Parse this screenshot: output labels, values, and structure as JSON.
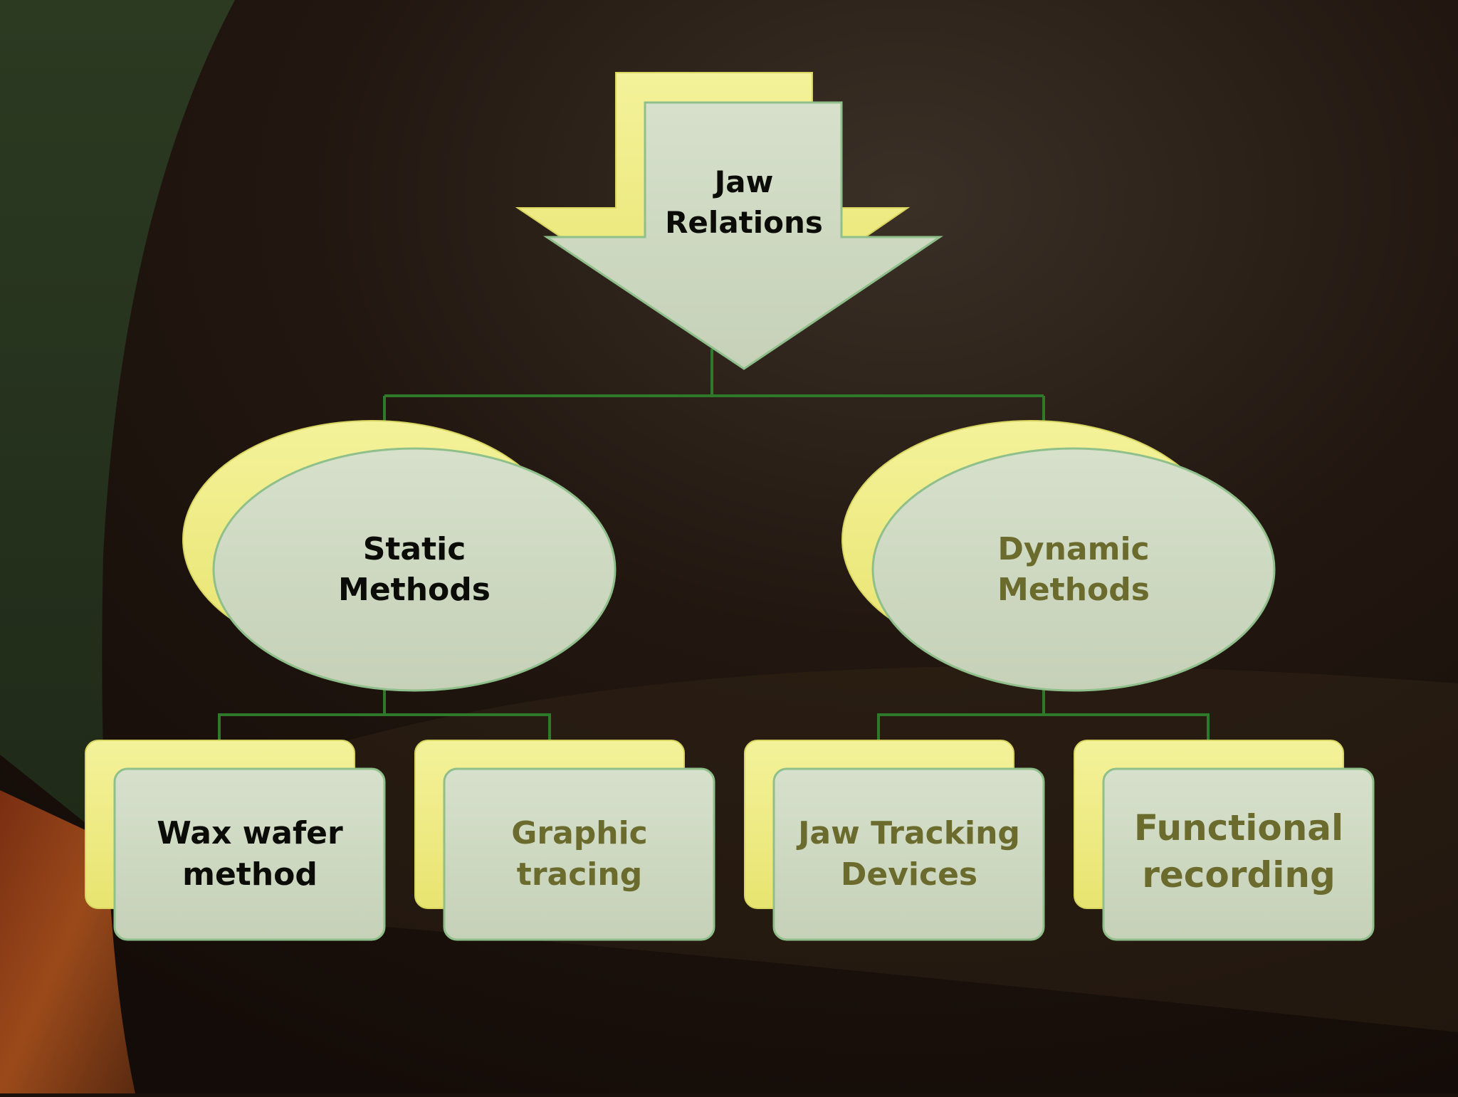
{
  "colors": {
    "dark_text": "#0b0b08",
    "olive_text": "#6b6b2e",
    "shape_fill": "#cdd8c0",
    "shadow_fill": "#f0ee80",
    "connector": "#2f7a2a"
  },
  "root": {
    "lines": [
      "Jaw",
      "Relations"
    ]
  },
  "categories": [
    {
      "lines": [
        "Static",
        "Methods"
      ]
    },
    {
      "lines": [
        "Dynamic",
        "Methods"
      ]
    }
  ],
  "leaves": [
    {
      "lines": [
        "Wax wafer",
        "method"
      ]
    },
    {
      "lines": [
        "Graphic",
        "tracing"
      ]
    },
    {
      "lines": [
        "Jaw Tracking",
        "Devices"
      ]
    },
    {
      "lines": [
        "Functional",
        "recording"
      ]
    }
  ]
}
